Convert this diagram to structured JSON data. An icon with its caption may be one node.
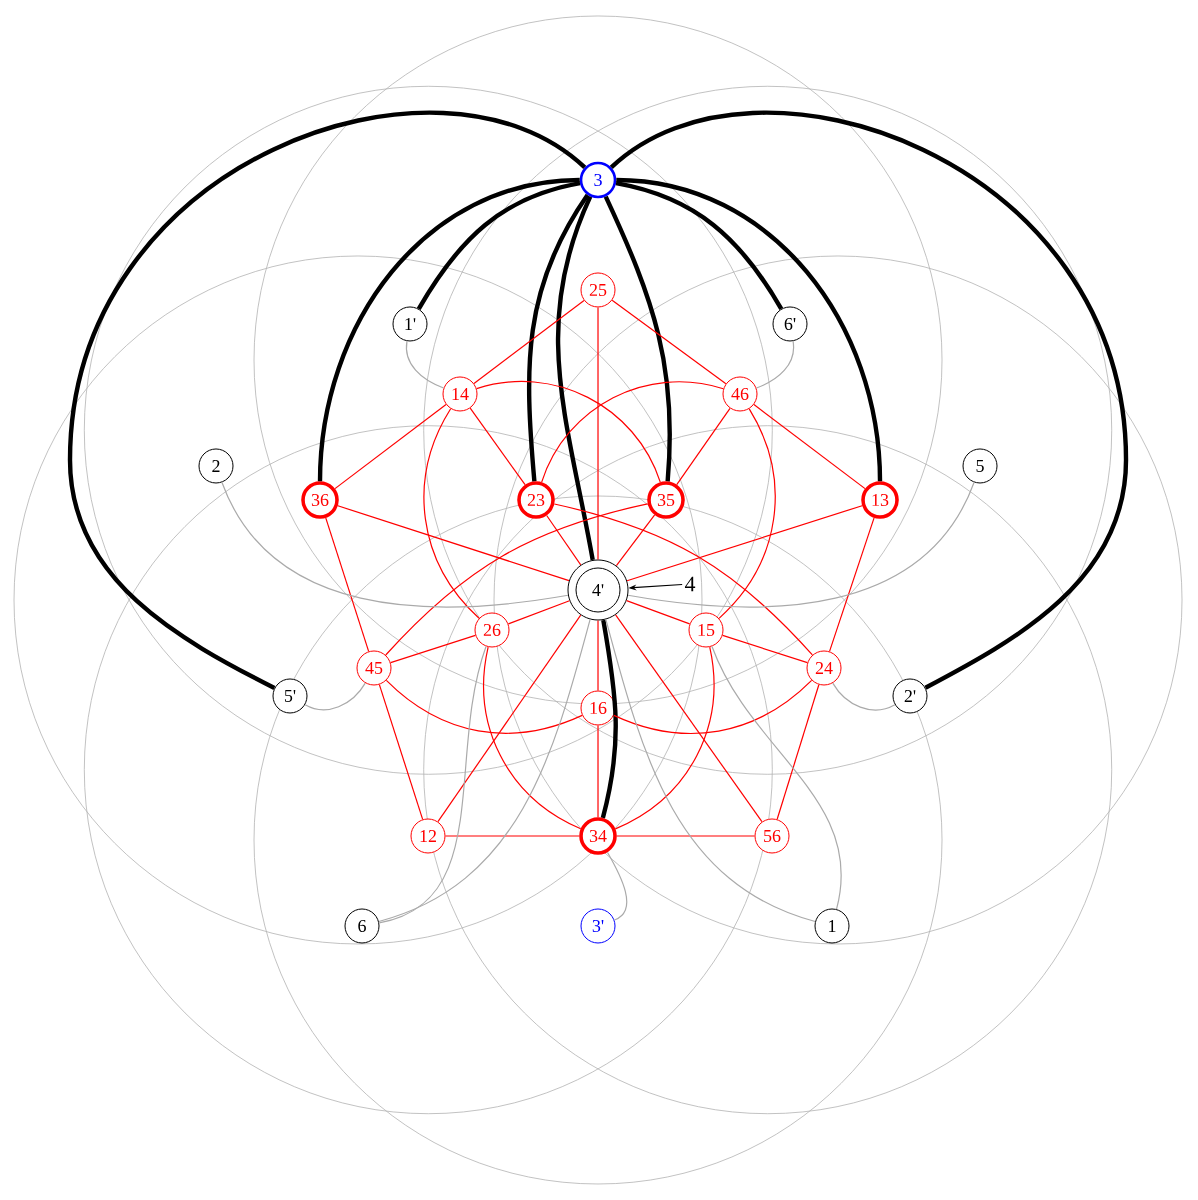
{
  "diagram": {
    "nodes": [
      {
        "text": [
          "3"
        ]
      },
      {
        "text": [
          "1'"
        ]
      },
      {
        "text": [
          "6'"
        ]
      },
      {
        "text": [
          "25"
        ]
      },
      {
        "text": [
          "14"
        ]
      },
      {
        "text": [
          "46"
        ]
      },
      {
        "text": [
          "2"
        ]
      },
      {
        "text": [
          "5"
        ]
      },
      {
        "text": [
          "36"
        ]
      },
      {
        "text": [
          "23"
        ]
      },
      {
        "text": [
          "35"
        ]
      },
      {
        "text": [
          "13"
        ]
      },
      {
        "text": [],
        "shape": "circle"
      },
      {
        "text": [
          "4'"
        ],
        "in": 12
      },
      {
        "text": [
          "4"
        ]
      },
      {
        "text": [
          "26"
        ]
      },
      {
        "text": [
          "15"
        ]
      },
      {
        "text": [
          "45"
        ]
      },
      {
        "text": [
          "24"
        ]
      },
      {
        "text": [
          "5'"
        ]
      },
      {
        "text": [
          "2'"
        ]
      },
      {
        "text": [
          "16"
        ]
      },
      {
        "text": [
          "12"
        ]
      },
      {
        "text": [
          "34"
        ]
      },
      {
        "text": [
          "56"
        ]
      },
      {
        "text": [
          "6"
        ]
      },
      {
        "text": [
          "3'"
        ]
      },
      {
        "text": [
          "1"
        ]
      }
    ],
    "edges": [
      {
        "from": 0,
        "to": 1,
        "arrow": "none",
        "style": "thick",
        "color": "#000000"
      },
      {
        "from": 0,
        "to": 2,
        "arrow": "none",
        "style": "thick",
        "color": "#000000"
      },
      {
        "from": 0,
        "to": 8,
        "arrow": "none",
        "style": "thick",
        "color": "#000000"
      },
      {
        "from": 0,
        "to": 11,
        "arrow": "none",
        "style": "thick",
        "color": "#000000"
      },
      {
        "from": 0,
        "to": 9,
        "arrow": "none",
        "style": "thick",
        "color": "#000000"
      },
      {
        "from": 0,
        "to": 10,
        "arrow": "none",
        "style": "thick",
        "color": "#000000"
      },
      {
        "from": 0,
        "to": 19,
        "arrow": "none",
        "style": "thick",
        "color": "#000000"
      },
      {
        "from": 0,
        "to": 20,
        "arrow": "none",
        "style": "thick",
        "color": "#000000"
      },
      {
        "from": 0,
        "to": 12,
        "arrow": "none",
        "style": "thick",
        "color": "#000000"
      },
      {
        "from": 12,
        "to": 23,
        "arrow": "none",
        "style": "thick",
        "color": "#000000"
      },
      {
        "from": 14,
        "to": 12,
        "arrow": "to",
        "color": "#000000"
      },
      {
        "from": 3,
        "to": 4,
        "arrow": "none"
      },
      {
        "from": 3,
        "to": 5,
        "arrow": "none"
      },
      {
        "from": 3,
        "to": 12,
        "arrow": "none"
      },
      {
        "from": 4,
        "to": 8,
        "arrow": "none"
      },
      {
        "from": 4,
        "to": 9,
        "arrow": "none"
      },
      {
        "from": 5,
        "to": 10,
        "arrow": "none"
      },
      {
        "from": 5,
        "to": 11,
        "arrow": "none"
      },
      {
        "from": 8,
        "to": 12,
        "arrow": "none"
      },
      {
        "from": 9,
        "to": 12,
        "arrow": "none"
      },
      {
        "from": 10,
        "to": 12,
        "arrow": "none"
      },
      {
        "from": 11,
        "to": 12,
        "arrow": "none"
      },
      {
        "from": 8,
        "to": 17,
        "arrow": "none"
      },
      {
        "from": 11,
        "to": 18,
        "arrow": "none"
      },
      {
        "from": 15,
        "to": 12,
        "arrow": "none"
      },
      {
        "from": 16,
        "to": 12,
        "arrow": "none"
      },
      {
        "from": 15,
        "to": 17,
        "arrow": "none"
      },
      {
        "from": 16,
        "to": 18,
        "arrow": "none"
      },
      {
        "from": 17,
        "to": 22,
        "arrow": "none"
      },
      {
        "from": 18,
        "to": 24,
        "arrow": "none"
      },
      {
        "from": 22,
        "to": 12,
        "arrow": "none"
      },
      {
        "from": 24,
        "to": 12,
        "arrow": "none"
      },
      {
        "from": 21,
        "to": 12,
        "arrow": "none"
      },
      {
        "from": 21,
        "to": 23,
        "arrow": "none"
      },
      {
        "from": 22,
        "to": 23,
        "arrow": "none"
      },
      {
        "from": 23,
        "to": 24,
        "arrow": "none"
      },
      {
        "from": 4,
        "to": 10,
        "arrow": "none"
      },
      {
        "from": 5,
        "to": 9,
        "arrow": "none"
      },
      {
        "from": 17,
        "to": 10,
        "arrow": "none"
      },
      {
        "from": 18,
        "to": 9,
        "arrow": "none"
      },
      {
        "from": 17,
        "to": 21,
        "arrow": "none"
      },
      {
        "from": 18,
        "to": 21,
        "arrow": "none"
      },
      {
        "from": 15,
        "to": 23,
        "arrow": "none"
      },
      {
        "from": 16,
        "to": 23,
        "arrow": "none"
      },
      {
        "from": 4,
        "to": 15,
        "arrow": "none"
      },
      {
        "from": 5,
        "to": 16,
        "arrow": "none"
      },
      {
        "from": 1,
        "to": 4,
        "arrow": "none",
        "color": "#aaaaaa"
      },
      {
        "from": 2,
        "to": 5,
        "arrow": "none",
        "color": "#aaaaaa"
      },
      {
        "from": 19,
        "to": 17,
        "arrow": "none",
        "color": "#aaaaaa"
      },
      {
        "from": 20,
        "to": 18,
        "arrow": "none",
        "color": "#aaaaaa"
      },
      {
        "from": 26,
        "to": 23,
        "arrow": "none",
        "color": "#aaaaaa"
      },
      {
        "from": 6,
        "to": 12,
        "arrow": "none",
        "color": "#aaaaaa"
      },
      {
        "from": 7,
        "to": 12,
        "arrow": "none",
        "color": "#aaaaaa"
      },
      {
        "from": 25,
        "to": 12,
        "arrow": "none",
        "color": "#aaaaaa"
      },
      {
        "from": 27,
        "to": 12,
        "arrow": "none",
        "color": "#aaaaaa"
      },
      {
        "from": 25,
        "to": 15,
        "arrow": "none",
        "color": "#aaaaaa"
      },
      {
        "from": 27,
        "to": 16,
        "arrow": "none",
        "color": "#aaaaaa"
      }
    ]
  }
}
